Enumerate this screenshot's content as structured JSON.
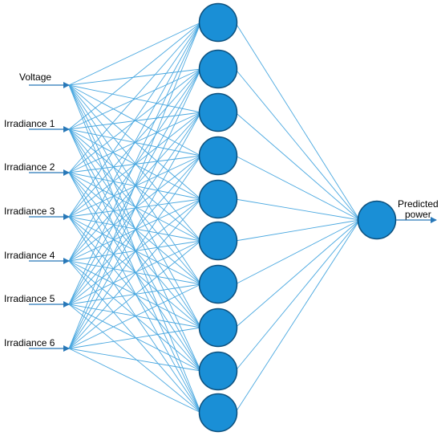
{
  "inputs": [
    "Voltage",
    "Irradiance 1",
    "Irradiance 2",
    "Irradiance 3",
    "Irradiance 4",
    "Irradiance 5",
    "Irradiance 6"
  ],
  "hidden_neuron_count": 10,
  "output": {
    "label_line1": "Predicted",
    "label_line2": "power"
  },
  "colors": {
    "node": "#1a8fd6",
    "node_stroke": "#0c4f7c",
    "line": "#4aa8e0",
    "arrow": "#2878b8"
  }
}
